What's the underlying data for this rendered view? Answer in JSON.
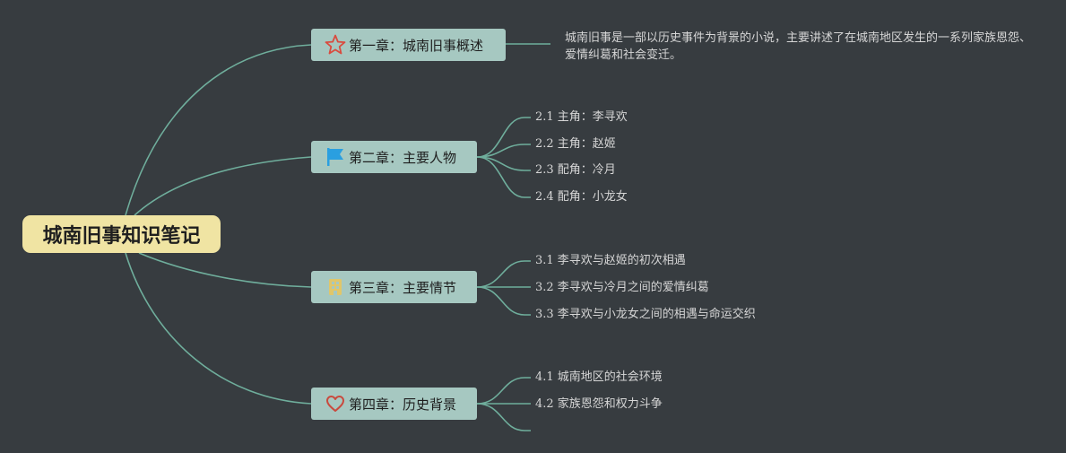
{
  "root": {
    "title": "城南旧事知识笔记"
  },
  "chapters": [
    {
      "label": "第一章：城南旧事概述",
      "icon": "star-icon",
      "summary": "城南旧事是一部以历史事件为背景的小说，主要讲述了在城南地区发生的一系列家族恩怨、爱情纠葛和社会变迁。"
    },
    {
      "label": "第二章：主要人物",
      "icon": "flag-icon",
      "items": [
        "2.1 主角：李寻欢",
        "2.2 主角：赵姬",
        "2.3 配角：冷月",
        "2.4 配角：小龙女"
      ]
    },
    {
      "label": "第三章：主要情节",
      "icon": "building-icon",
      "items": [
        "3.1 李寻欢与赵姬的初次相遇",
        "3.2 李寻欢与冷月之间的爱情纠葛",
        "3.3 李寻欢与小龙女之间的相遇与命运交织"
      ]
    },
    {
      "label": "第四章：历史背景",
      "icon": "heart-icon",
      "items": [
        "4.1 城南地区的社会环境",
        "4.2 家族恩怨和权力斗争",
        ""
      ]
    }
  ],
  "colors": {
    "background": "#373c40",
    "branch_line": "#6fae9c",
    "root_fill": "#f0e4a3",
    "chapter_fill": "#a6c8c1",
    "star": "#d94b3f",
    "flag": "#2a9fe0",
    "building": "#e0c66a",
    "heart": "#c94a3e"
  }
}
